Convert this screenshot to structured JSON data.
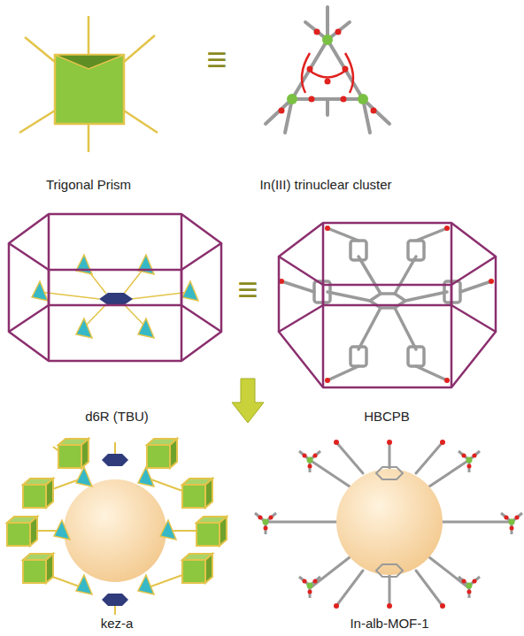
{
  "diagram": {
    "labels": [
      "Trigonal Prism",
      "≡",
      "In(III) trinuclear cluster",
      "≡",
      "d6R (TBU)",
      "HBCPB",
      "kez-a",
      "In-alb-MOF-1"
    ]
  }
}
